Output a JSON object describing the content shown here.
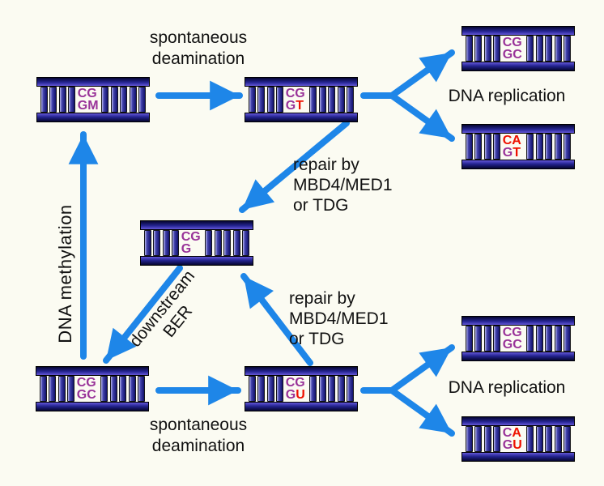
{
  "colors": {
    "arrow": "#1e86e8",
    "base_normal": "#993399",
    "base_mutated": "#ee1100",
    "label": "#111111"
  },
  "labels": {
    "deamination_top": [
      "spontaneous",
      "deamination"
    ],
    "deamination_bottom": [
      "spontaneous",
      "deamination"
    ],
    "replication_top": "DNA replication",
    "replication_bottom": "DNA replication",
    "repair_top": [
      "repair by",
      "MBD4/MED1",
      "or TDG"
    ],
    "repair_bottom": [
      "repair by",
      "MBD4/MED1",
      "or TDG"
    ],
    "methylation": "DNA methylation",
    "ber": [
      "downstream",
      "BER"
    ]
  },
  "duplexes": {
    "methylated": {
      "top_normal": "CG",
      "top_mut": "",
      "bottom_normal": "GM",
      "bottom_mut": ""
    },
    "tg_mismatch": {
      "top_normal": "CG",
      "top_mut": "",
      "bottom_normal": "G",
      "bottom_mut": "T"
    },
    "cg_restored_top": {
      "top_normal": "CG",
      "top_mut": "",
      "bottom_normal": "GC",
      "bottom_mut": ""
    },
    "ca_gt_mutation": {
      "top_normal": "",
      "top_mut": "CA",
      "bottom_normal": "G",
      "bottom_mut": "T"
    },
    "abasic": {
      "top_normal": "CG",
      "top_mut": "",
      "bottom_normal": "G",
      "bottom_mut": ""
    },
    "unmethylated": {
      "top_normal": "CG",
      "top_mut": "",
      "bottom_normal": "GC",
      "bottom_mut": ""
    },
    "gu_mismatch": {
      "top_normal": "CG",
      "top_mut": "",
      "bottom_normal": "G",
      "bottom_mut": "U"
    },
    "cg_restored_bottom": {
      "top_normal": "CG",
      "top_mut": "",
      "bottom_normal": "GC",
      "bottom_mut": ""
    },
    "ca_gu_mutation": {
      "top_normal": "C",
      "top_mut": "A",
      "bottom_normal": "G",
      "bottom_mut": "U"
    }
  }
}
